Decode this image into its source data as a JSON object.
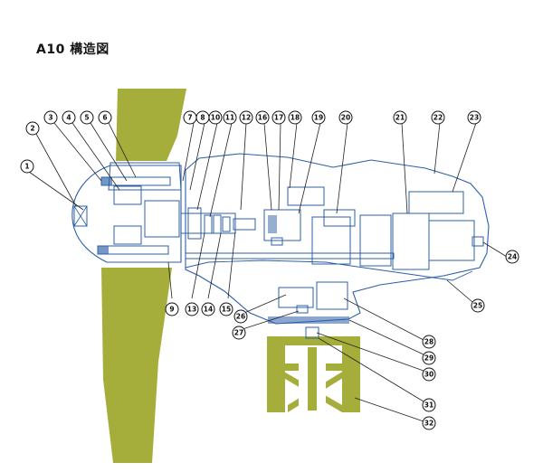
{
  "title": "A10 構造図",
  "colors": {
    "blade": "#a5ad3b",
    "tower": "#a5ad3b",
    "outline": "#2c5fa8",
    "label": "#111111"
  },
  "callouts": [
    {
      "n": "1"
    },
    {
      "n": "2"
    },
    {
      "n": "3"
    },
    {
      "n": "4"
    },
    {
      "n": "5"
    },
    {
      "n": "6"
    },
    {
      "n": "7"
    },
    {
      "n": "8"
    },
    {
      "n": "9"
    },
    {
      "n": "10"
    },
    {
      "n": "11"
    },
    {
      "n": "12"
    },
    {
      "n": "13"
    },
    {
      "n": "14"
    },
    {
      "n": "15"
    },
    {
      "n": "16"
    },
    {
      "n": "17"
    },
    {
      "n": "18"
    },
    {
      "n": "19"
    },
    {
      "n": "20"
    },
    {
      "n": "21"
    },
    {
      "n": "22"
    },
    {
      "n": "23"
    },
    {
      "n": "24"
    },
    {
      "n": "25"
    },
    {
      "n": "26"
    },
    {
      "n": "27"
    },
    {
      "n": "28"
    },
    {
      "n": "29"
    },
    {
      "n": "30"
    },
    {
      "n": "31"
    },
    {
      "n": "32"
    }
  ]
}
